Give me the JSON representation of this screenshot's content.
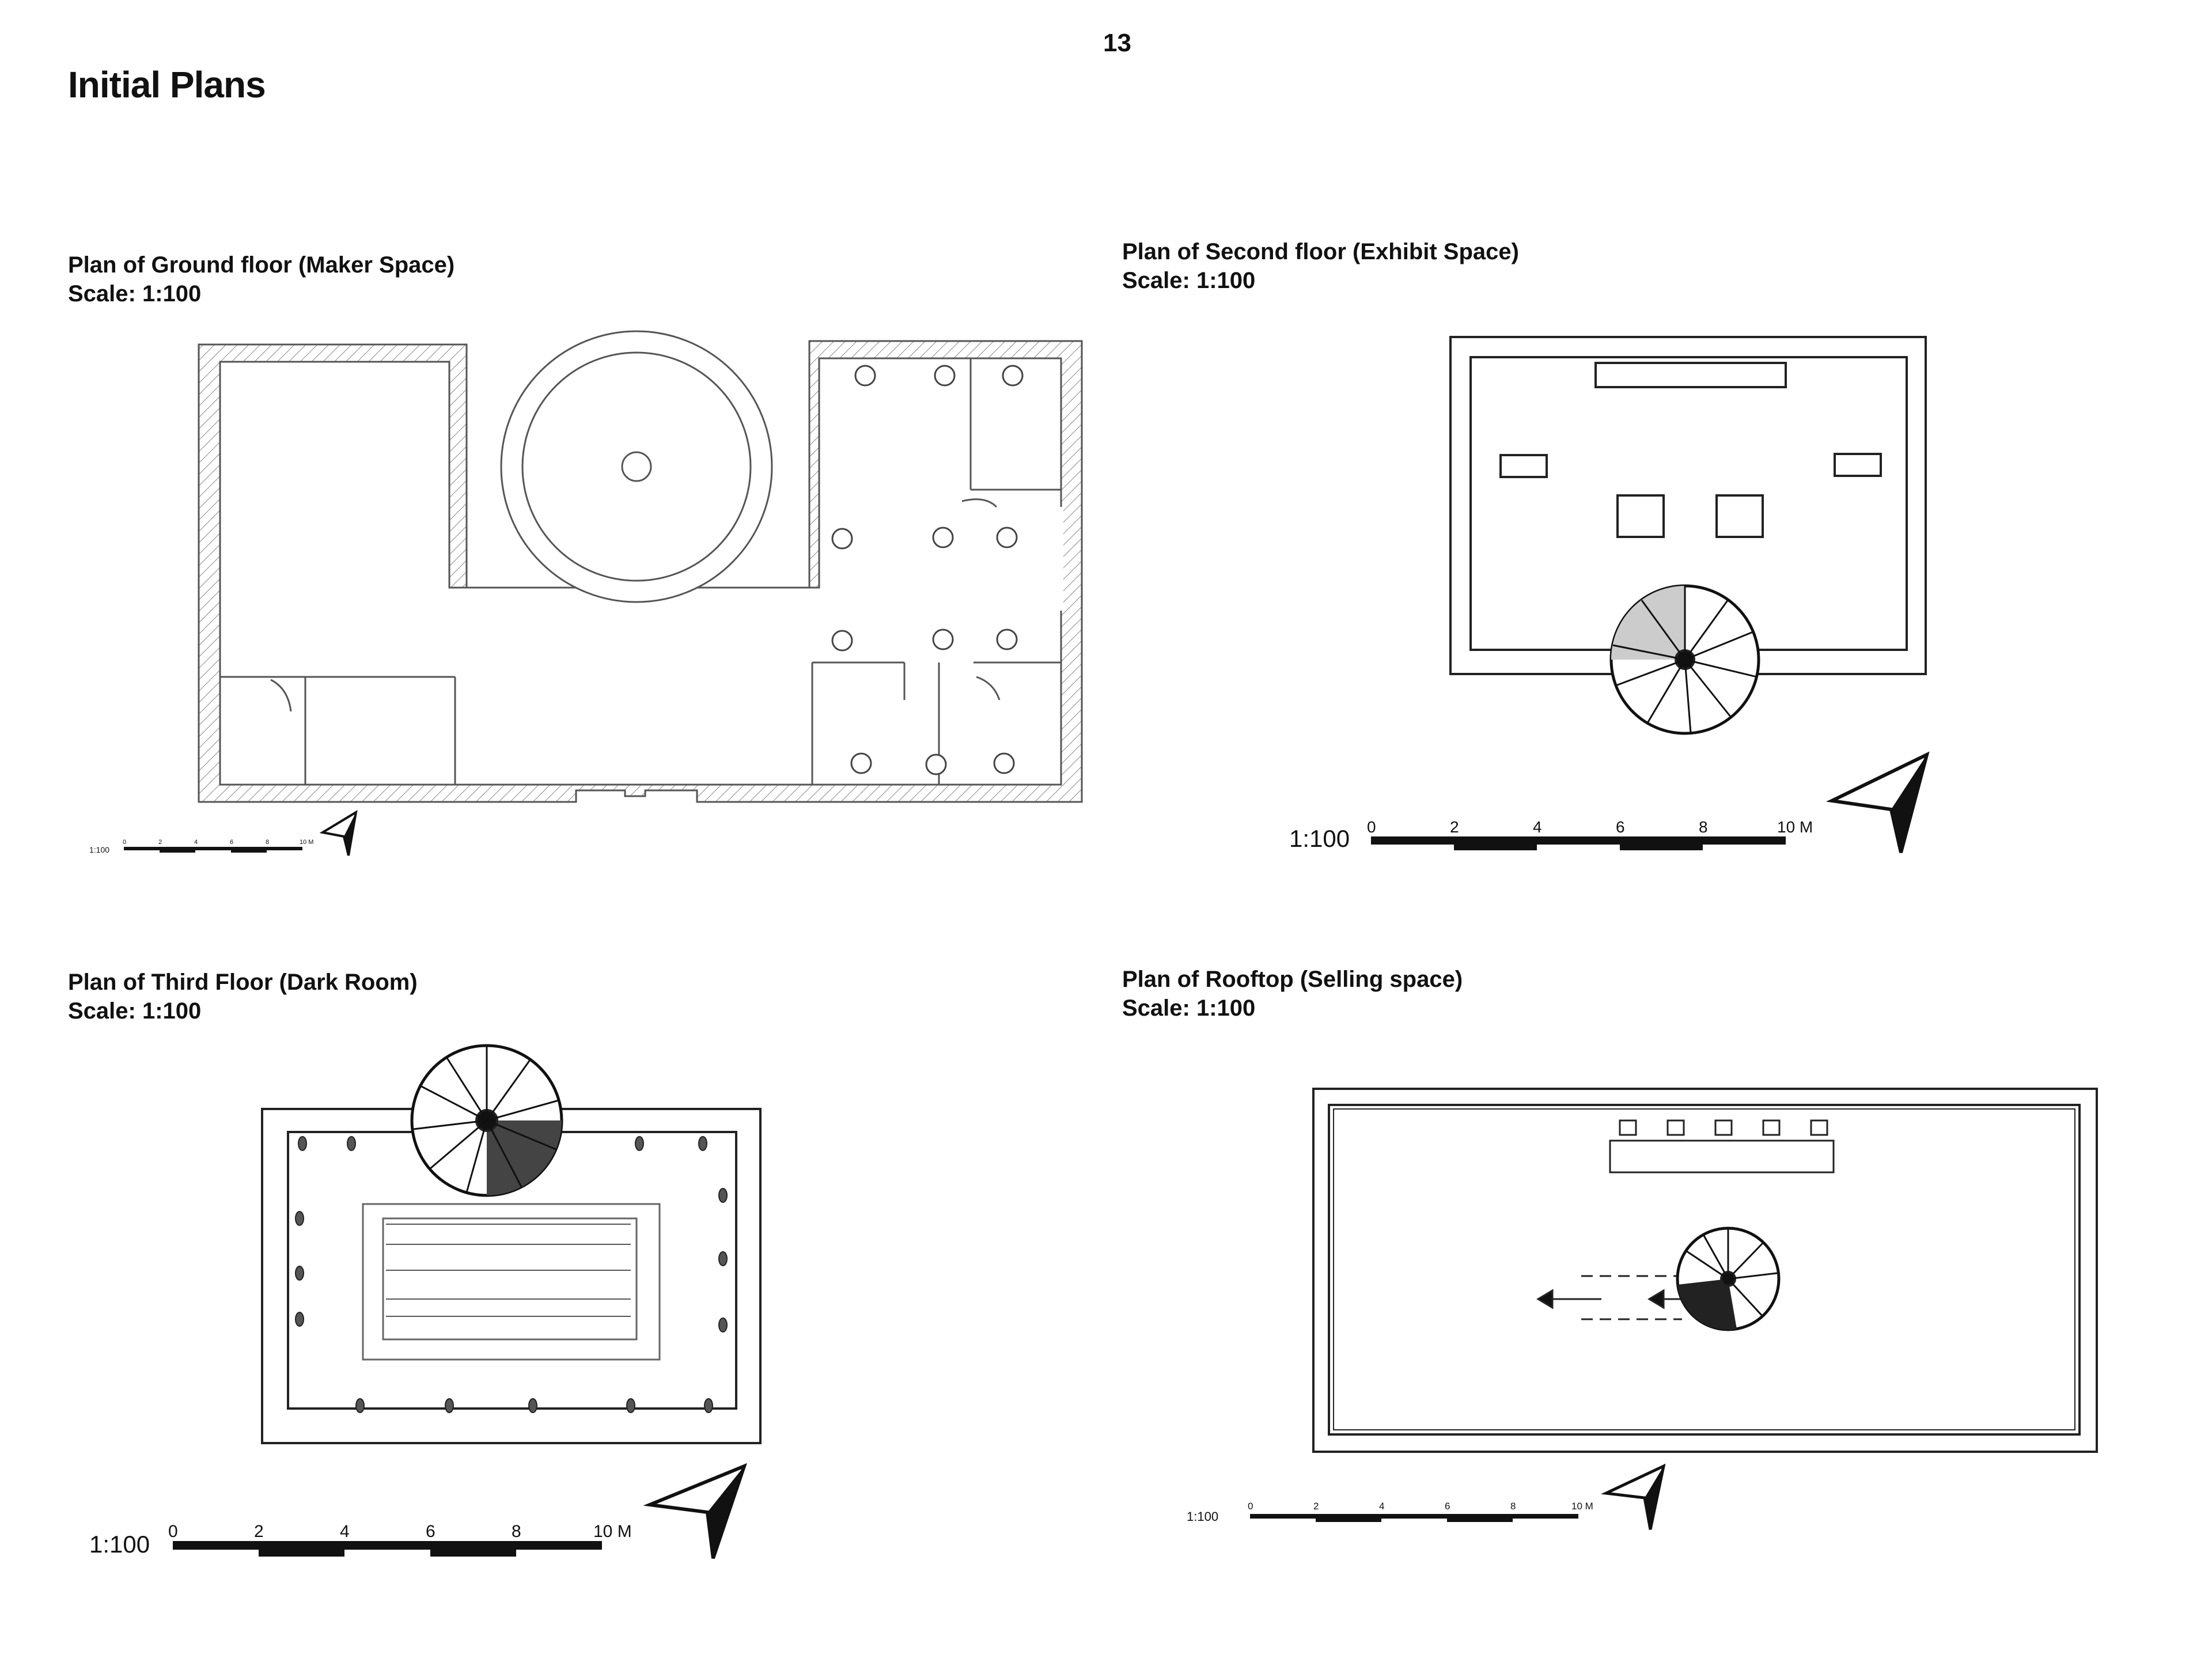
{
  "page_number": "13",
  "page_title": "Initial Plans",
  "plans": [
    {
      "title": "Plan of Ground floor (Maker Space)",
      "scale_label": "Scale: 1:100",
      "scalebar": {
        "ratio": "1:100",
        "ticks": [
          "0",
          "2",
          "4",
          "6",
          "8",
          "10 M"
        ]
      }
    },
    {
      "title": "Plan of Second floor (Exhibit Space)",
      "scale_label": "Scale: 1:100",
      "scalebar": {
        "ratio": "1:100",
        "ticks": [
          "0",
          "2",
          "4",
          "6",
          "8",
          "10 M"
        ]
      }
    },
    {
      "title": "Plan of Third Floor (Dark Room)",
      "scale_label": "Scale: 1:100",
      "scalebar": {
        "ratio": "1:100",
        "ticks": [
          "0",
          "2",
          "4",
          "6",
          "8",
          "10 M"
        ]
      }
    },
    {
      "title": "Plan of Rooftop (Selling space)",
      "scale_label": "Scale: 1:100",
      "scalebar": {
        "ratio": "1:100",
        "ticks": [
          "0",
          "2",
          "4",
          "6",
          "8",
          "10 M"
        ]
      }
    }
  ],
  "icons": {
    "north_arrow": "north-arrow-icon",
    "spiral_stair": "spiral-staircase-icon"
  }
}
